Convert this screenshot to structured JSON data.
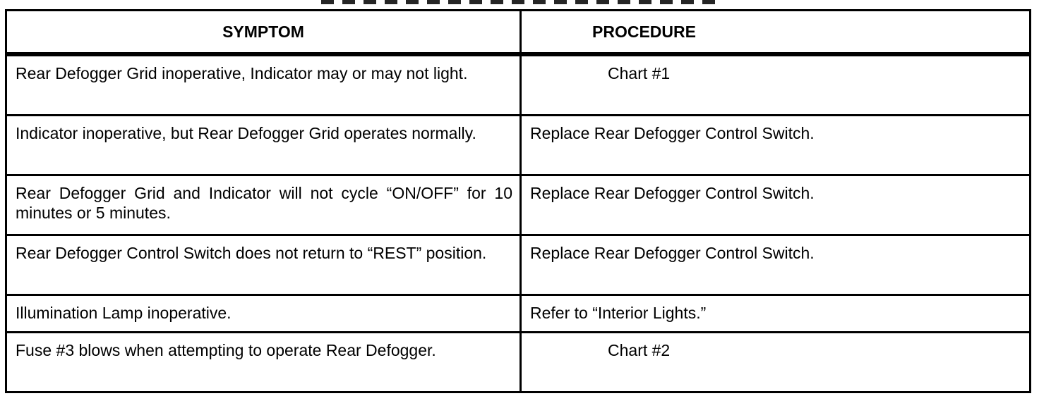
{
  "table": {
    "headers": {
      "symptom": "SYMPTOM",
      "procedure": "PROCEDURE"
    },
    "rows": [
      {
        "symptom": "Rear Defogger Grid inoperative, Indicator may or may not light.",
        "procedure": "Chart #1"
      },
      {
        "symptom": "Indicator inoperative, but Rear Defogger Grid operates normally.",
        "procedure": "Replace Rear Defogger Control Switch."
      },
      {
        "symptom": "Rear Defogger Grid and Indicator will not cycle “ON/OFF” for 10 minutes or 5 minutes.",
        "procedure": "Replace Rear Defogger Control Switch."
      },
      {
        "symptom": "Rear Defogger Control Switch does not return to “REST” position.",
        "procedure": "Replace Rear Defogger Control Switch."
      },
      {
        "symptom": "Illumination Lamp inoperative.",
        "procedure": "Refer to “Interior Lights.”"
      },
      {
        "symptom": "Fuse #3 blows when attempting to operate Rear Defogger.",
        "procedure": "Chart #2"
      }
    ]
  }
}
